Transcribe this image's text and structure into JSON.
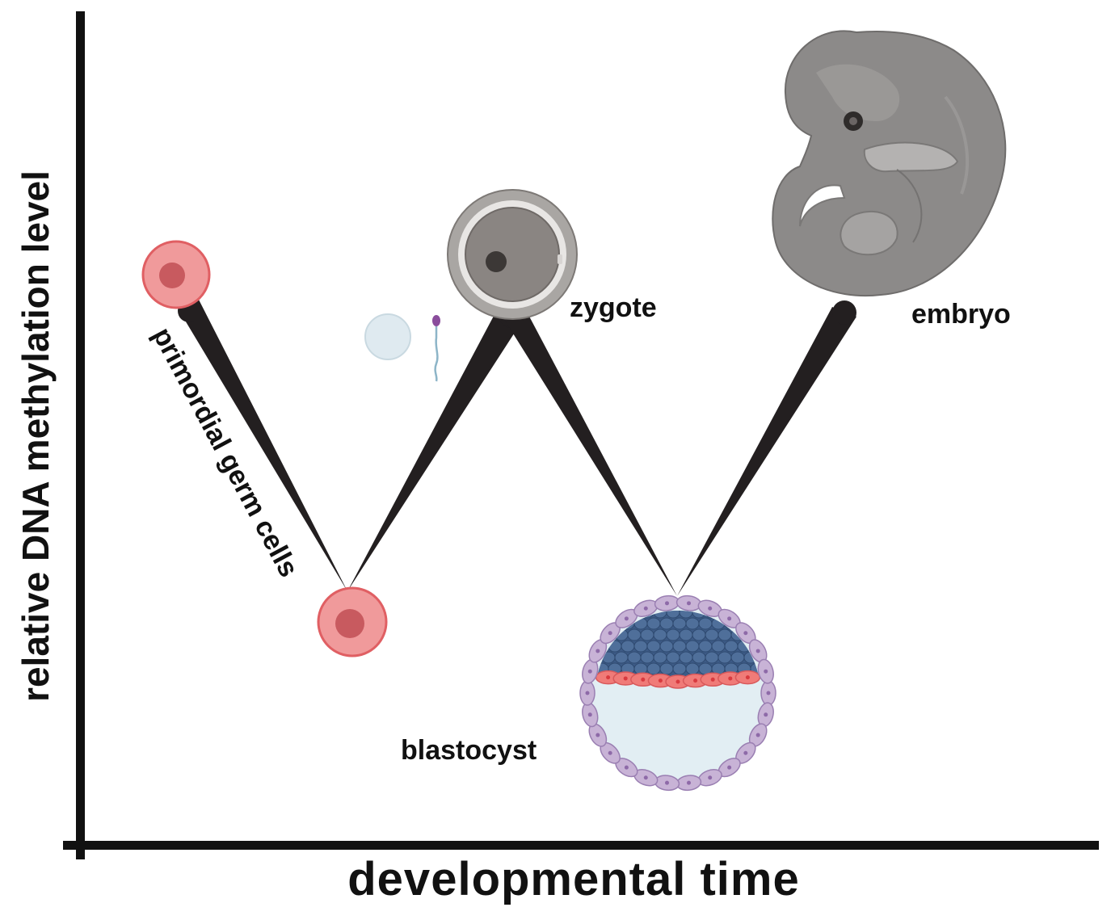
{
  "axes": {
    "y_label": "relative DNA methylation level",
    "x_label": "developmental time"
  },
  "stages": {
    "primordial_germ_cells": "primordial germ cells",
    "zygote": "zygote",
    "embryo": "embryo",
    "blastocyst": "blastocyst"
  },
  "colors": {
    "axis": "#111111",
    "wedge": "#231f20",
    "germ_cell": "#e8898b",
    "germ_cell_nucleus": "#c85a5f",
    "oocyte": "#dfeaf0",
    "zygote_shell": "#a9a6a3",
    "zygote_inner": "#8a8582",
    "embryo": "#8c8a89",
    "icm_cell": "#4f6f9a",
    "hypoblast_cell": "#f07b78",
    "trophectoderm_cell": "#c8b3d6",
    "blastocoel": "#e2eef3"
  },
  "icons": [
    "germ-cell-icon",
    "oocyte-icon",
    "sperm-icon",
    "zygote-icon",
    "blastocyst-icon",
    "embryo-icon"
  ]
}
